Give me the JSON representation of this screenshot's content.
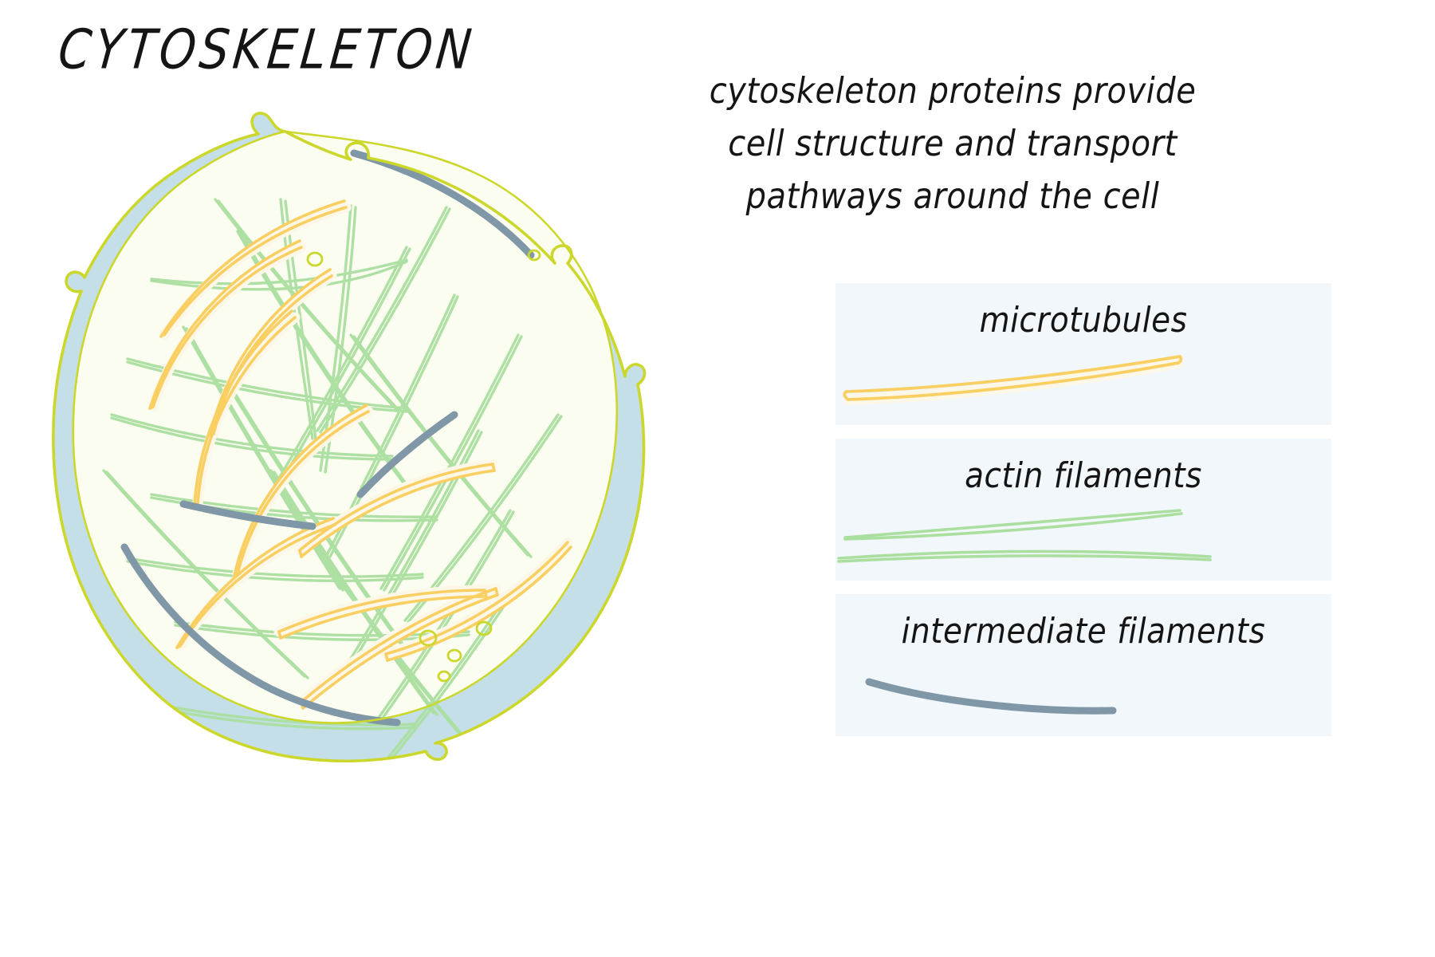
{
  "page": {
    "title": "CYTOSKELETON",
    "background": "#ffffff"
  },
  "description": {
    "line1": "cytoskeleton proteins provide",
    "line2": "cell structure and transport",
    "line3": "pathways around the cell"
  },
  "legend": {
    "box_background": "#f1f7fa",
    "items": [
      {
        "label": "microtubules",
        "swatch": "microtubule-swatch",
        "color": "#f9cf62"
      },
      {
        "label": "actin filaments",
        "swatch": "actin-filament-swatch",
        "color": "#aadfa0"
      },
      {
        "label": "intermediate filaments",
        "swatch": "intermediate-filament-swatch",
        "color": "#7f97a6"
      }
    ]
  },
  "diagram": {
    "name": "cell-cytoskeleton-diagram",
    "colors": {
      "membrane_outline": "#ccd72b",
      "membrane_band": "#c4dfe8",
      "cytoplasm": "#fbfdf0",
      "microtubule": "#f9cf62",
      "microtubule_fill": "#fdf7e8",
      "actin": "#aadfa0",
      "intermediate": "#7f97a6"
    },
    "structures": [
      {
        "name": "plasma-membrane",
        "color": "#ccd72b"
      },
      {
        "name": "membrane-band",
        "color": "#c4dfe8"
      },
      {
        "name": "cytoplasm",
        "color": "#fbfdf0"
      },
      {
        "name": "microtubules",
        "color": "#f9cf62",
        "count": 9
      },
      {
        "name": "actin-filaments",
        "color": "#aadfa0",
        "count": 34
      },
      {
        "name": "intermediate-filaments",
        "color": "#7f97a6",
        "count": 4
      },
      {
        "name": "vesicles",
        "color": "#ccd72b",
        "count": 6
      }
    ]
  }
}
